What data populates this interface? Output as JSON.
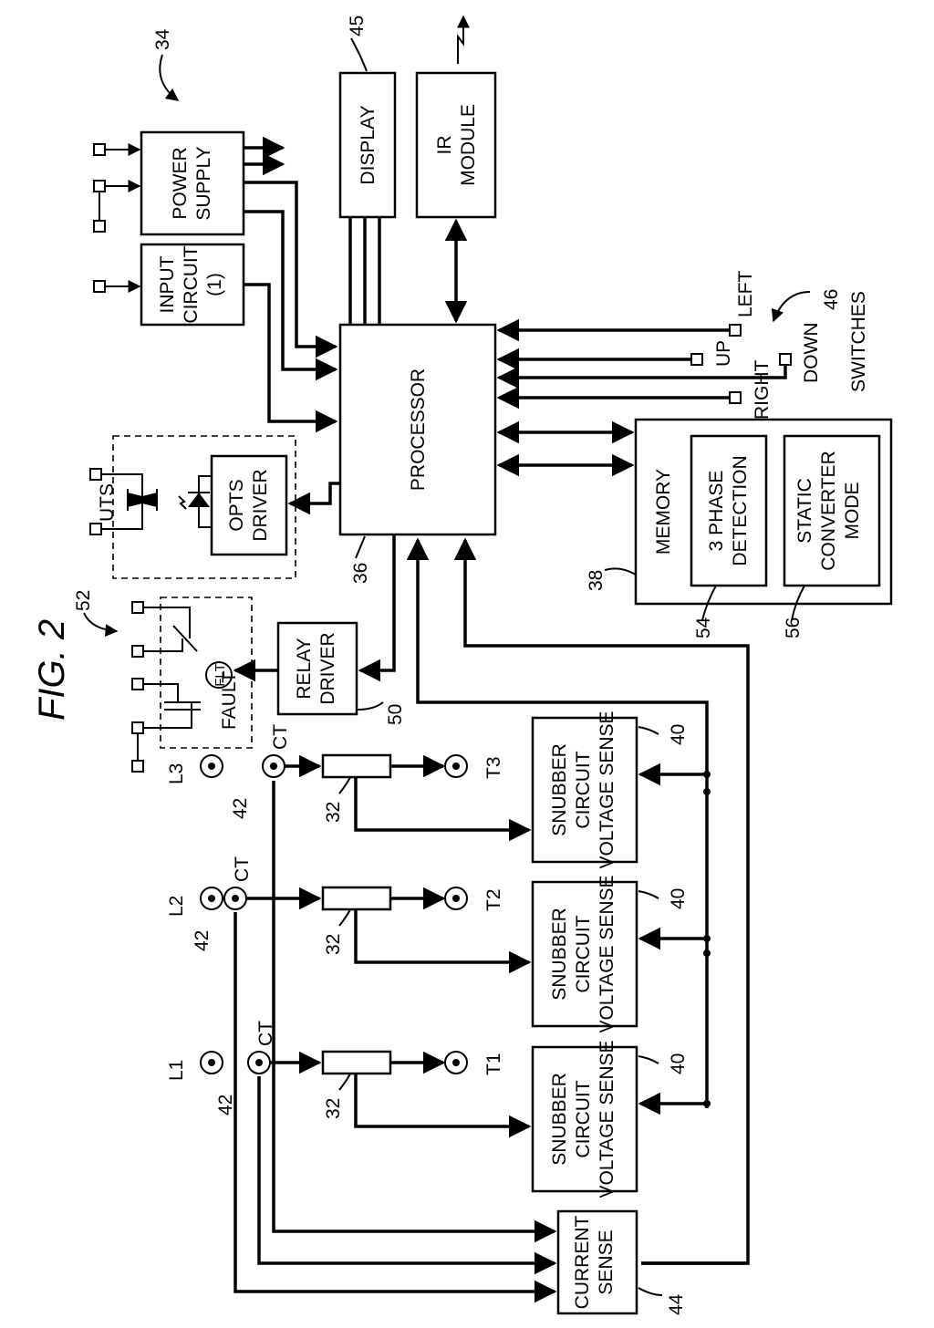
{
  "figure": {
    "title": "FIG. 2",
    "ref_34": "34",
    "ref_52": "52",
    "ref_46": "46"
  },
  "blocks": {
    "power_supply": {
      "line1": "POWER",
      "line2": "SUPPLY"
    },
    "input_circuit": {
      "line1": "INPUT",
      "line2": "CIRCUIT",
      "line3": "(1)"
    },
    "display": {
      "label": "DISPLAY",
      "ref": "45"
    },
    "ir_module": {
      "line1": "IR",
      "line2": "MODULE"
    },
    "processor": {
      "label": "PROCESSOR",
      "ref": "36"
    },
    "opts_driver": {
      "line1": "OPTS",
      "line2": "DRIVER"
    },
    "uts": {
      "label": "UTS"
    },
    "relay_driver": {
      "line1": "RELAY",
      "line2": "DRIVER",
      "ref": "50"
    },
    "fault": {
      "label": "FAULT",
      "coil": "FLT"
    },
    "memory": {
      "label": "MEMORY",
      "ref": "38"
    },
    "phase_detection": {
      "line1": "3 PHASE",
      "line2": "DETECTION",
      "ref": "54"
    },
    "static_converter": {
      "line1": "STATIC",
      "line2": "CONVERTER",
      "line3": "MODE",
      "ref": "56"
    },
    "snubber": {
      "line1": "SNUBBER",
      "line2": "CIRCUIT",
      "line3": "VOLTAGE SENSE",
      "ref": "40"
    },
    "current_sense": {
      "line1": "CURRENT",
      "line2": "SENSE",
      "ref": "44"
    }
  },
  "switches": {
    "title": "SWITCHES",
    "left": "LEFT",
    "up": "UP",
    "down": "DOWN",
    "right": "RIGHT"
  },
  "phases": [
    {
      "line": "L1",
      "load": "T1",
      "ct": "CT",
      "ct_ref": "42",
      "scr_ref": "32"
    },
    {
      "line": "L2",
      "load": "T2",
      "ct": "CT",
      "ct_ref": "42",
      "scr_ref": "32"
    },
    {
      "line": "L3",
      "load": "T3",
      "ct": "CT",
      "ct_ref": "42",
      "scr_ref": "32"
    }
  ]
}
